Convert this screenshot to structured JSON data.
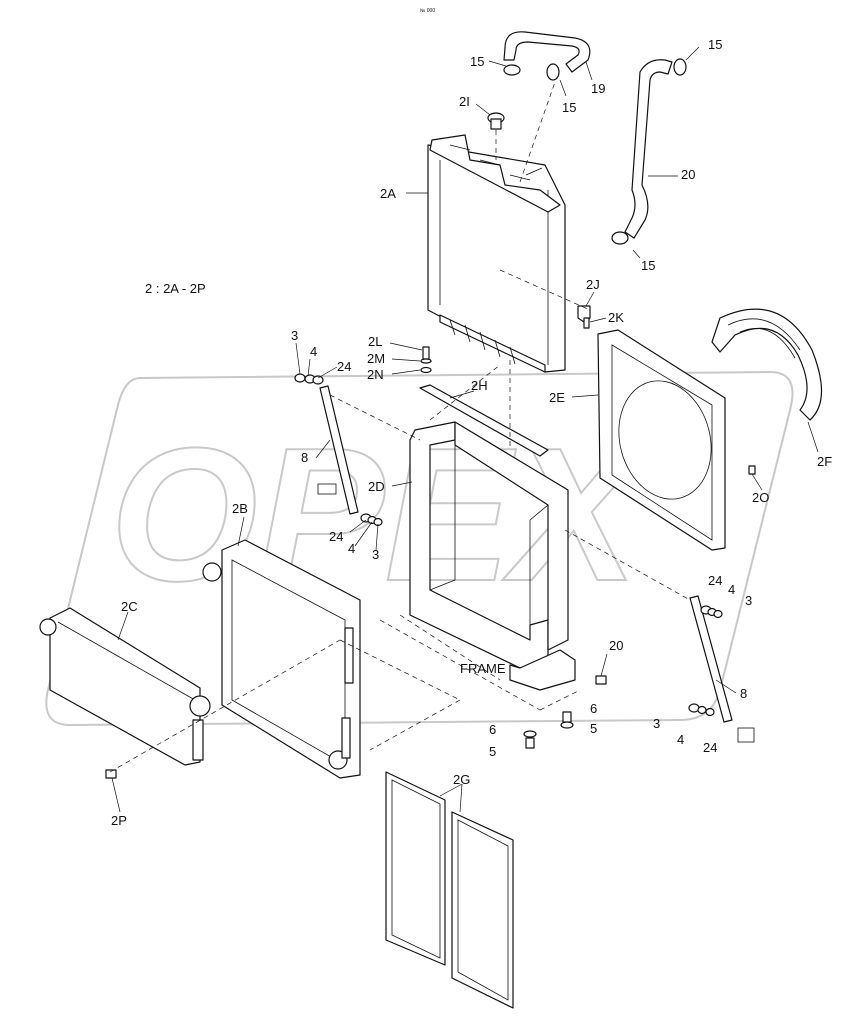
{
  "header": {
    "mark": "№ 000"
  },
  "group_note": "2 : 2A - 2P",
  "watermark": {
    "text": "OPEX",
    "color": "#c8c8c8"
  },
  "labels": {
    "p15a": "15",
    "p15b": "15",
    "p15c": "15",
    "p15d": "15",
    "p19": "19",
    "p20a": "20",
    "p20b": "20",
    "p2I": "2I",
    "p2A": "2A",
    "p2J": "2J",
    "p2K": "2K",
    "p2L": "2L",
    "p2M": "2M",
    "p2N": "2N",
    "p2H": "2H",
    "p2E": "2E",
    "p2F": "2F",
    "p2O": "2O",
    "p2D": "2D",
    "p2B": "2B",
    "p2C": "2C",
    "p2G": "2G",
    "p2P": "2P",
    "p3a": "3",
    "p4a": "4",
    "p24a": "24",
    "p8a": "8",
    "p24b": "24",
    "p4b": "4",
    "p3b": "3",
    "p24c": "24",
    "p4c": "4",
    "p3c": "3",
    "p8b": "8",
    "p3d": "3",
    "p4d": "4",
    "p24d": "24",
    "p6a": "6",
    "p5a": "5",
    "p6b": "6",
    "p5b": "5",
    "frame": "FRAME"
  },
  "colors": {
    "line": "#111111",
    "background": "#ffffff"
  }
}
